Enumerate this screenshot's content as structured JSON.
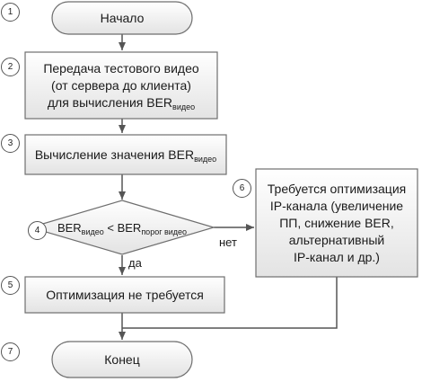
{
  "steps": {
    "start": {
      "number": "1",
      "label": "Начало"
    },
    "transfer": {
      "number": "2",
      "line1": "Передача тестового видео",
      "line2": "(от сервера до клиента)",
      "line3_main": "для вычисления BER",
      "line3_sub": "видео"
    },
    "compute": {
      "number": "3",
      "main": "Вычисление значения BER",
      "sub": "видео"
    },
    "decision": {
      "number": "4",
      "left_main": "BER",
      "left_sub": "видео",
      "operator": " < ",
      "right_main": "BER",
      "right_sub": "порог видео"
    },
    "no_optimization": {
      "number": "5",
      "label": "Оптимизация не требуется"
    },
    "optimization": {
      "number": "6",
      "line1": "Требуется оптимизация",
      "line2": "IP-канала (увеличение",
      "line3": "ПП, снижение BER,",
      "line4": "альтернативный",
      "line5": "IP-канал и др.)"
    },
    "end": {
      "number": "7",
      "label": "Конец"
    }
  },
  "edges": {
    "yes_label": "да",
    "no_label": "нет"
  },
  "colors": {
    "fill_top": "#ffffff",
    "fill_bottom": "#e3e3e3",
    "stroke": "#6e6e6e",
    "arrow": "#555555"
  }
}
